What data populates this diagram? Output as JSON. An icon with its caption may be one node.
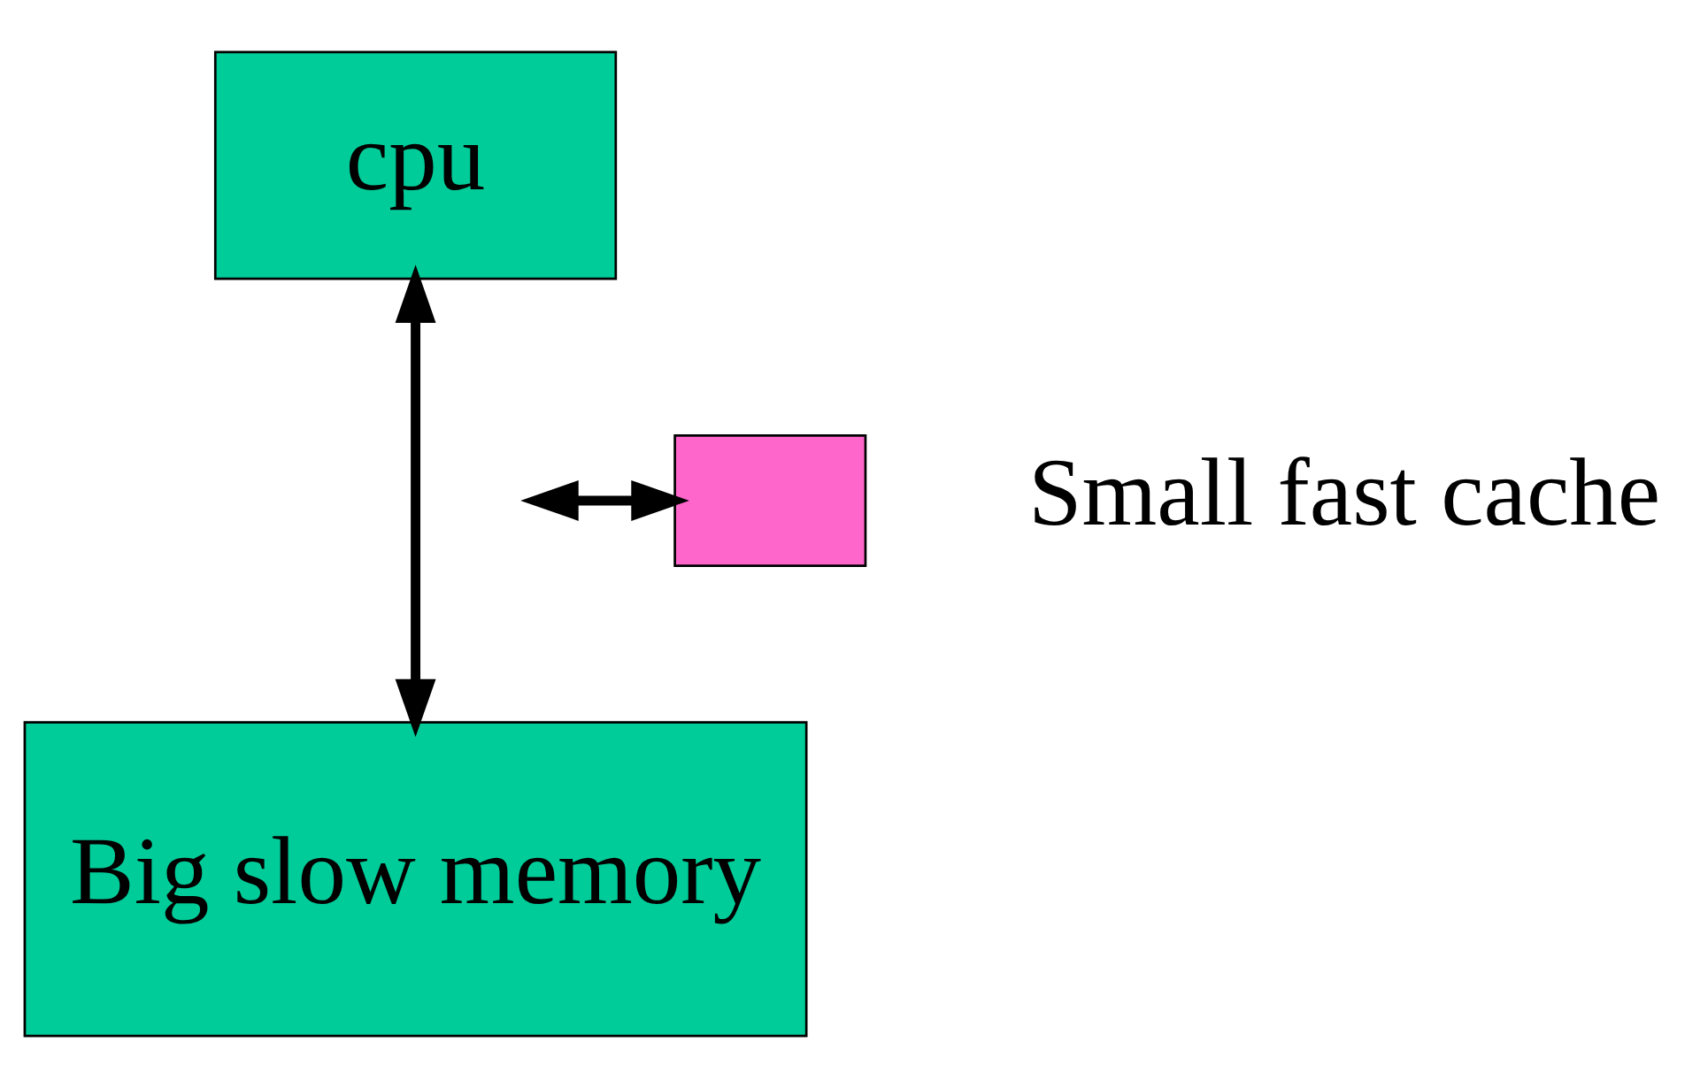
{
  "diagram": {
    "nodes": [
      {
        "text": [
          "cpu"
        ]
      },
      {
        "text": [
          "Big slow memory"
        ]
      },
      {
        "text": [],
        "shape": "box",
        "beside": [
          "Small fast cache"
        ]
      }
    ],
    "edges": [
      {
        "from": 0,
        "to": 1,
        "arrow": "both"
      },
      {
        "from": null,
        "to": 2,
        "arrow": "both"
      }
    ]
  }
}
